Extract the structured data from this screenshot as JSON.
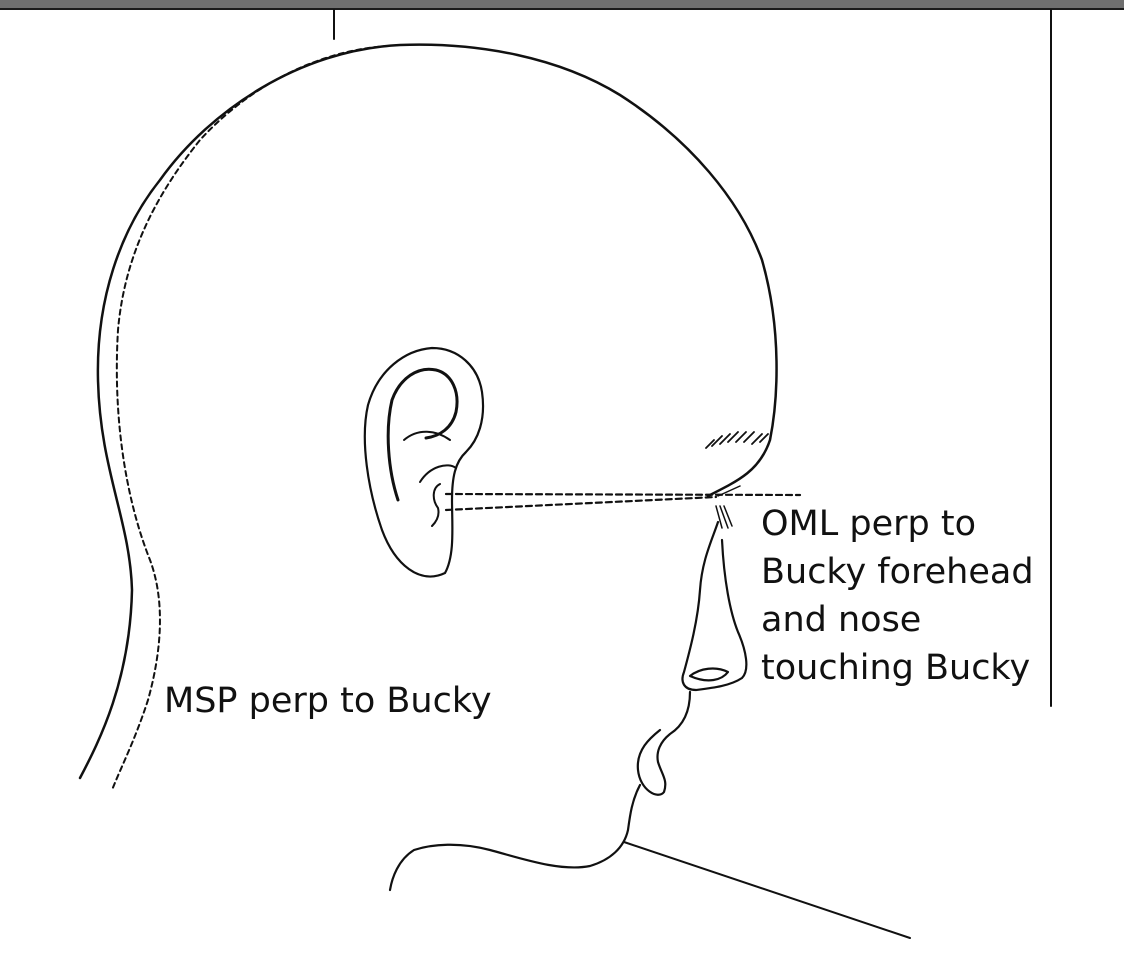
{
  "figure": {
    "labels": {
      "msp": "MSP perp to Bucky",
      "oml": {
        "lines": [
          "OML perp to",
          "Bucky forehead",
          "and nose",
          "touching Bucky"
        ]
      }
    },
    "colors": {
      "topbar": "#6f6f6f",
      "line": "#111111",
      "background": "#ffffff"
    }
  }
}
